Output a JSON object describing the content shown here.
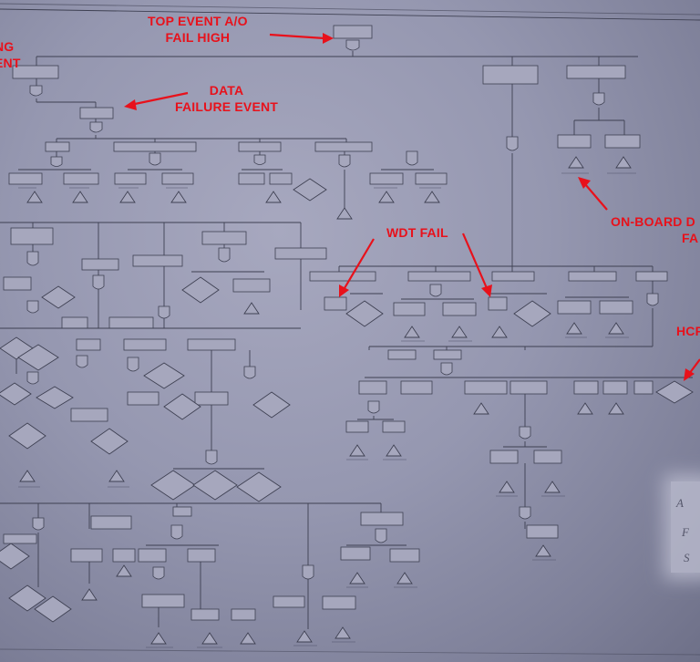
{
  "annotations": {
    "top_event": [
      "TOP EVENT A/O",
      "FAIL HIGH"
    ],
    "left_edge": [
      "NG",
      "ENT"
    ],
    "data_failure": [
      "DATA",
      "FAILURE EVENT"
    ],
    "wdt_fail": "WDT FAIL",
    "on_board": [
      "ON-BOARD D",
      "FA"
    ],
    "hcf": "HCF"
  },
  "corner_block": [
    "A",
    "F",
    "S"
  ],
  "colors": {
    "annotation": "#e8111b",
    "paper": "#9a9cb4",
    "ink": "#3e4052"
  }
}
